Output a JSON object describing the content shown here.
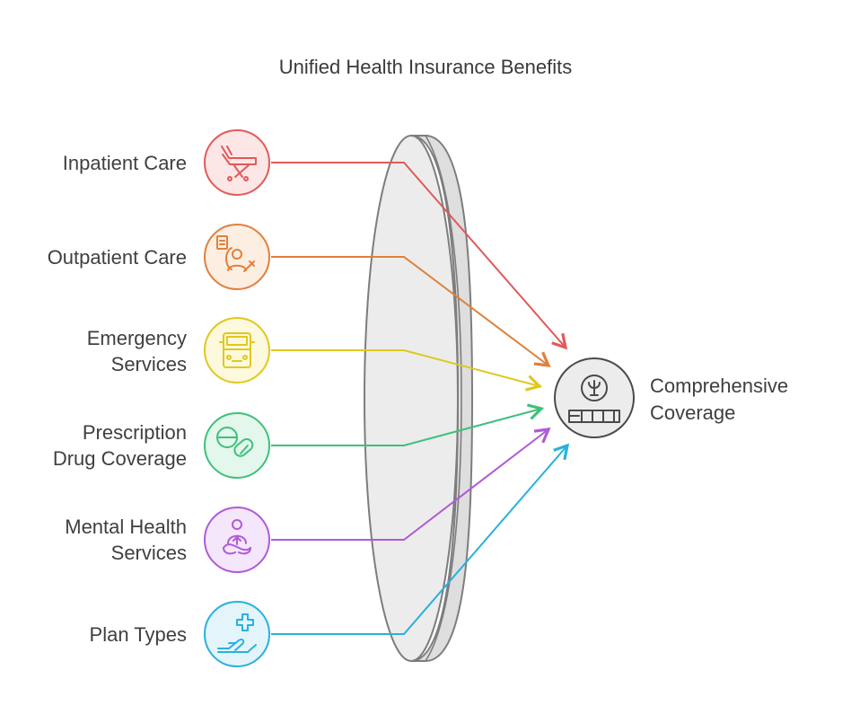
{
  "title": "Unified Health Insurance Benefits",
  "inputs": [
    {
      "key": "inpatient",
      "lines": [
        "Inpatient Care"
      ],
      "icon": "hospital-bed-icon",
      "stroke": "#e05a5a",
      "fill": "#fde6e6"
    },
    {
      "key": "outpatient",
      "lines": [
        "Outpatient Care"
      ],
      "icon": "doctor-patient-icon",
      "stroke": "#e0803a",
      "fill": "#fdeee2"
    },
    {
      "key": "emergency",
      "lines": [
        "Emergency",
        "Services"
      ],
      "icon": "ambulance-icon",
      "stroke": "#e0c81e",
      "fill": "#fdf9dc"
    },
    {
      "key": "prescription",
      "lines": [
        "Prescription",
        "Drug Coverage"
      ],
      "icon": "pills-icon",
      "stroke": "#3fc07a",
      "fill": "#e3f7ec"
    },
    {
      "key": "mental",
      "lines": [
        "Mental Health",
        "Services"
      ],
      "icon": "meditation-icon",
      "stroke": "#b05ad8",
      "fill": "#f4e6fb"
    },
    {
      "key": "plans",
      "lines": [
        "Plan Types"
      ],
      "icon": "hand-plus-icon",
      "stroke": "#2ab0dc",
      "fill": "#e3f5fb"
    }
  ],
  "output": {
    "lines": [
      "Comprehensive",
      "Coverage"
    ],
    "icon": "psychology-coverage-icon",
    "stroke": "#4a4a4a",
    "fill": "#ececec"
  },
  "lens_icon": "lens-shape"
}
